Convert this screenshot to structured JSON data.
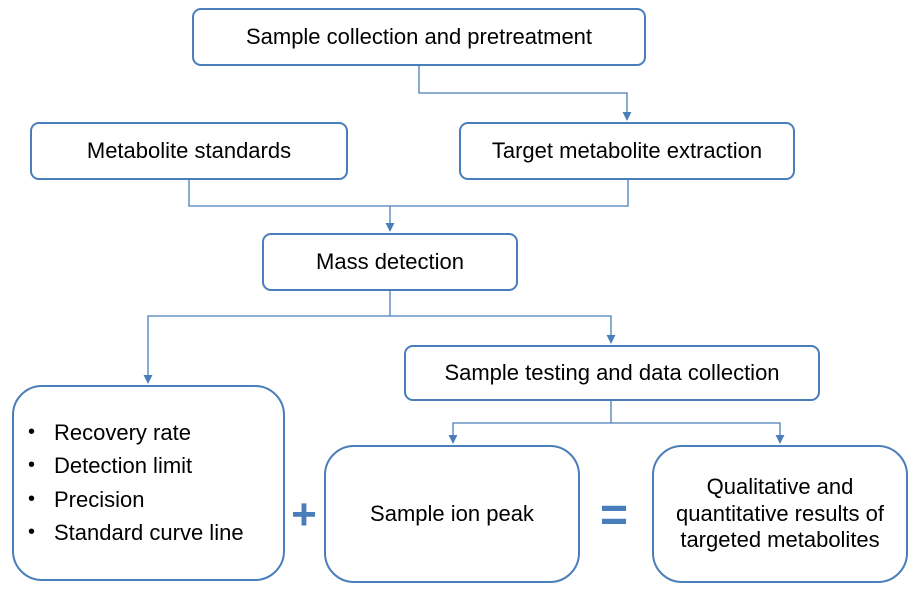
{
  "boxes": {
    "sample_collection": "Sample collection and pretreatment",
    "metabolite_standards": "Metabolite standards",
    "target_extraction": "Target metabolite extraction",
    "mass_detection": "Mass detection",
    "sample_testing": "Sample testing and data collection",
    "ion_peak": "Sample ion peak",
    "results": "Qualitative and quantitative results of targeted metabolites"
  },
  "validation_metrics": [
    "Recovery rate",
    "Detection limit",
    "Precision",
    "Standard curve line"
  ],
  "bullet_glyph": "•",
  "operators": {
    "plus": "+",
    "equals": "="
  },
  "colors": {
    "accent": "#4a7ebb",
    "text": "#000000",
    "background": "#ffffff"
  }
}
